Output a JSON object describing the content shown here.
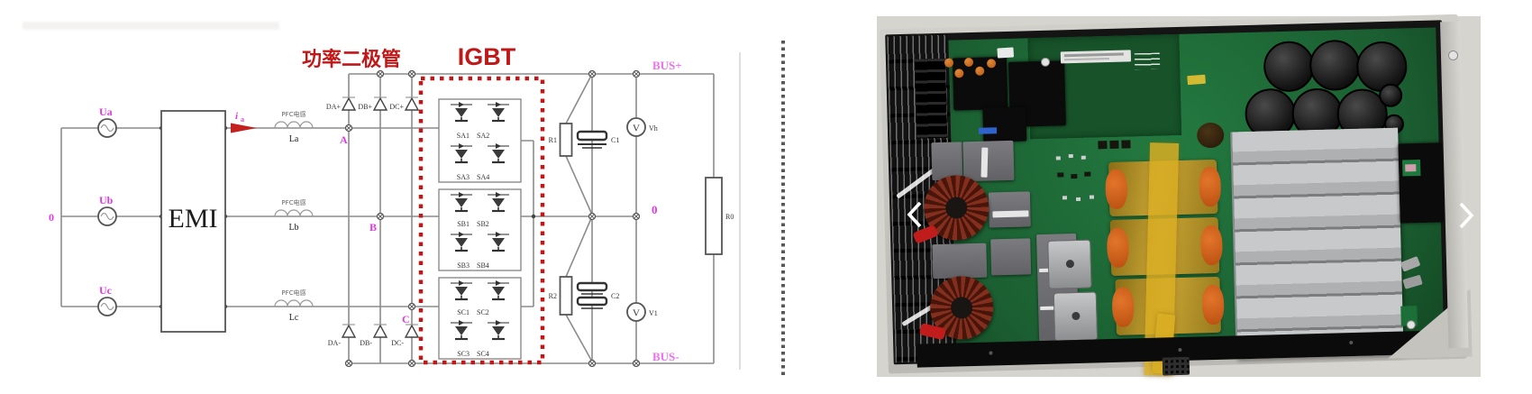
{
  "schematic": {
    "sources": {
      "a": "Ua",
      "b": "Ub",
      "c": "Uc"
    },
    "neutral": "0",
    "emi": "EMI",
    "current_i": "i",
    "current_sub": "a",
    "pfc_caption": "PFC电感",
    "inductors": {
      "a": "La",
      "b": "Lb",
      "c": "Lc"
    },
    "top_diodes": [
      "DA+",
      "DB+",
      "DC+"
    ],
    "bottom_diodes": [
      "DA-",
      "DB-",
      "DC-"
    ],
    "phases": [
      "A",
      "B",
      "C"
    ],
    "title_power_diode": "功率二极管",
    "title_igbt": "IGBT",
    "igbt_cells": [
      [
        "SA1",
        "SA2",
        "SA3",
        "SA4"
      ],
      [
        "SB1",
        "SB2",
        "SB3",
        "SB4"
      ],
      [
        "SC1",
        "SC2",
        "SC3",
        "SC4"
      ]
    ],
    "bus_plus": "BUS+",
    "bus_minus": "BUS-",
    "mid_node": "0",
    "r1": "R1",
    "c1": "C1",
    "r2": "R2",
    "c2": "C2",
    "r0": "R0",
    "meter_v": "V",
    "meter_high": "Vh",
    "meter_low": "V1",
    "colors": {
      "wire": "#8c8c8c",
      "label_magenta": "#e23ae2",
      "annotation_red": "#c01818"
    }
  },
  "divider": {
    "color": "#585858",
    "style": "dotted"
  },
  "photo": {
    "carousel": {
      "prev_icon": "chevron-left",
      "next_icon": "chevron-right"
    },
    "colors": {
      "background": "#d5d4cf",
      "pcb_green": "#1e6f38",
      "heatsink_gray": "#b7b9bb",
      "kapton_gold": "#d8ad23",
      "toroid_copper": "#82301d",
      "capacitor_black": "#161616"
    }
  }
}
